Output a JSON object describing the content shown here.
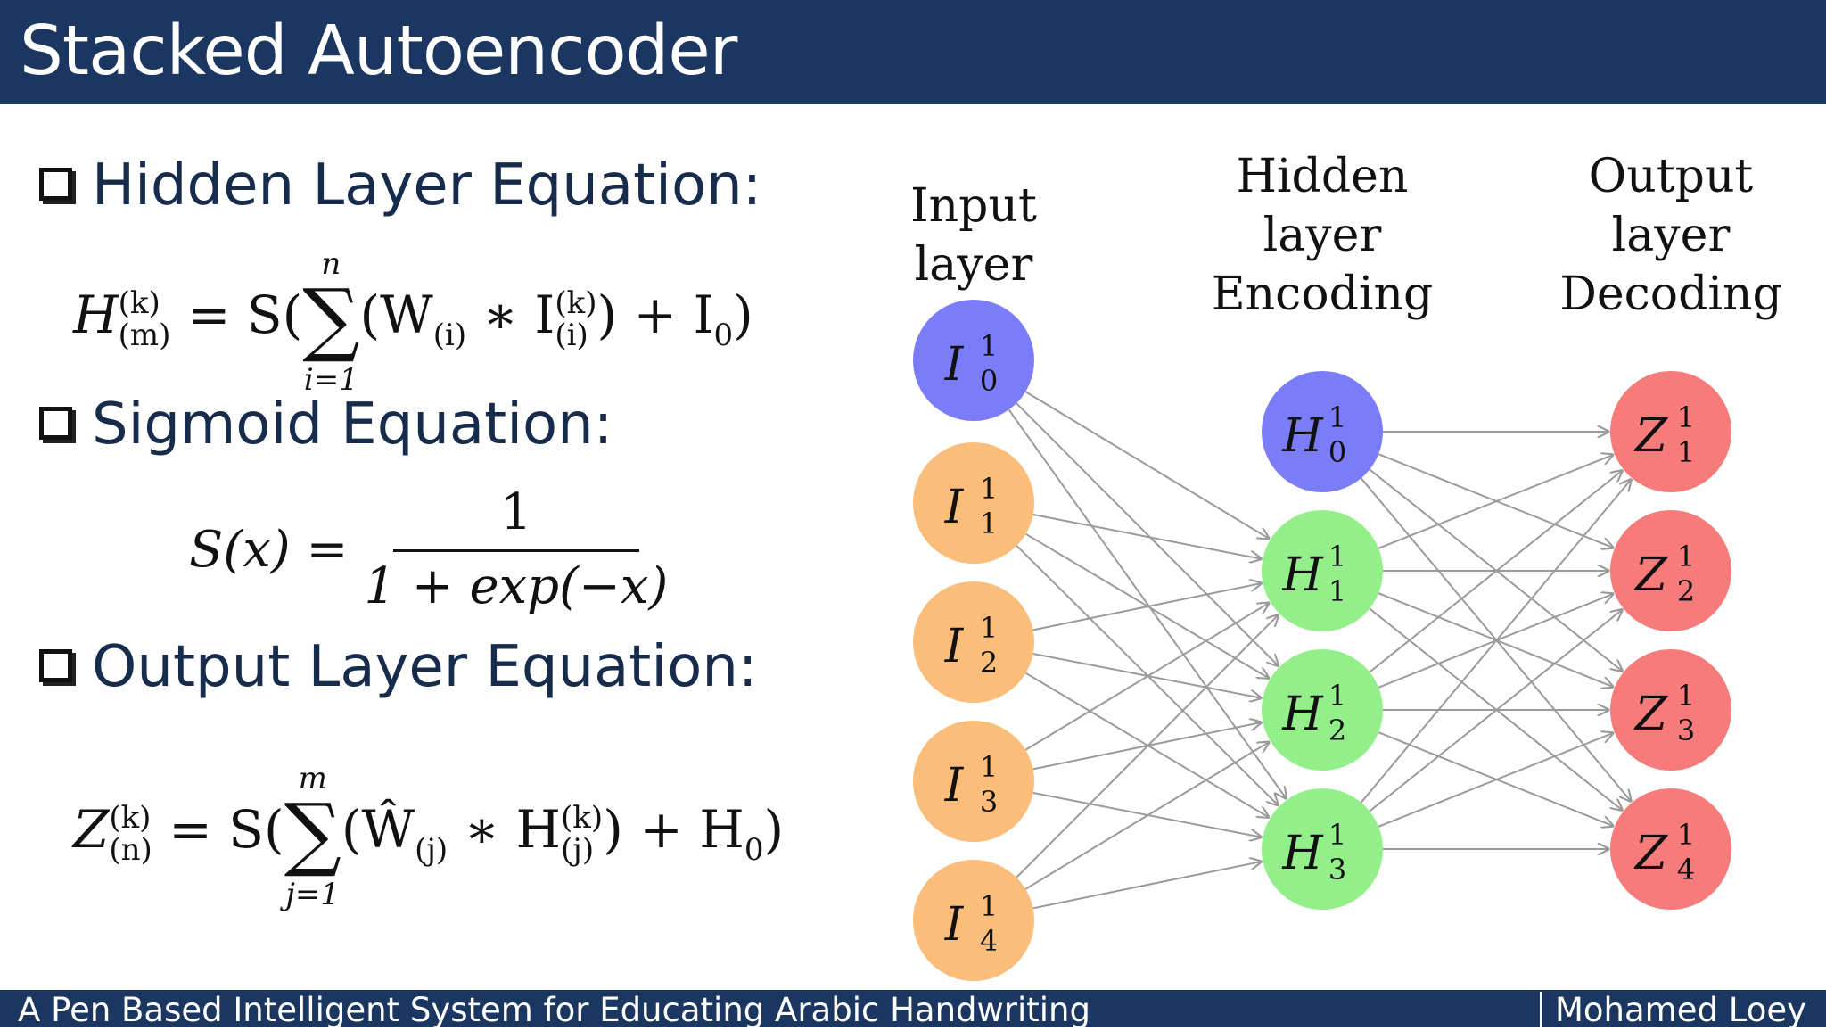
{
  "slide": {
    "title": "Stacked Autoencoder",
    "footer_left": "A Pen Based Intelligent System for Educating Arabic Handwriting",
    "footer_right": "Mohamed Loey"
  },
  "sections": [
    {
      "label": "Hidden Layer Equation:"
    },
    {
      "label": "Sigmoid Equation:"
    },
    {
      "label": "Output Layer Equation:"
    }
  ],
  "equations": {
    "hidden": {
      "lhs": "H",
      "lhs_sup": "(k)",
      "lhs_sub": "(m)",
      "eq": "= S(",
      "sum_top": "n",
      "sum_bot": "i=1",
      "w": "(W",
      "w_sub": "(i)",
      "star": " ∗ I",
      "i_sup": "(k)",
      "i_sub": "(i)",
      "tail": ") + I",
      "tail_sub": "0",
      "close": ")"
    },
    "sigmoid": {
      "lhs": "S(x) =",
      "numerator": "1",
      "denominator": "1 + exp(−x)"
    },
    "output": {
      "lhs": "Z",
      "lhs_sup": "(k)",
      "lhs_sub": "(n)",
      "eq": "= S(",
      "sum_top": "m",
      "sum_bot": "j=1",
      "w": "(Ŵ",
      "w_sub": "(j)",
      "star": " ∗ H",
      "h_sup": "(k)",
      "h_sub": "(j)",
      "tail": ") + H",
      "tail_sub": "0",
      "close": ")"
    }
  },
  "network": {
    "column_labels": {
      "input": [
        "Input",
        "layer"
      ],
      "hidden": [
        "Hidden",
        "layer",
        "Encoding"
      ],
      "output": [
        "Output",
        "layer",
        "Decoding"
      ]
    },
    "colors": {
      "bias": "#7b7cf7",
      "input": "#fbbd7a",
      "hidden": "#93ef89",
      "output": "#f77b7b",
      "edge": "#9a9a9a"
    },
    "input_nodes": [
      {
        "letter": "I",
        "sup": "1",
        "sub": "0",
        "kind": "bias"
      },
      {
        "letter": "I",
        "sup": "1",
        "sub": "1",
        "kind": "input"
      },
      {
        "letter": "I",
        "sup": "1",
        "sub": "2",
        "kind": "input"
      },
      {
        "letter": "I",
        "sup": "1",
        "sub": "3",
        "kind": "input"
      },
      {
        "letter": "I",
        "sup": "1",
        "sub": "4",
        "kind": "input"
      }
    ],
    "hidden_nodes": [
      {
        "letter": "H",
        "sup": "1",
        "sub": "0",
        "kind": "bias"
      },
      {
        "letter": "H",
        "sup": "1",
        "sub": "1",
        "kind": "hidden"
      },
      {
        "letter": "H",
        "sup": "1",
        "sub": "2",
        "kind": "hidden"
      },
      {
        "letter": "H",
        "sup": "1",
        "sub": "3",
        "kind": "hidden"
      }
    ],
    "output_nodes": [
      {
        "letter": "Z",
        "sup": "1",
        "sub": "1",
        "kind": "output"
      },
      {
        "letter": "Z",
        "sup": "1",
        "sub": "2",
        "kind": "output"
      },
      {
        "letter": "Z",
        "sup": "1",
        "sub": "3",
        "kind": "output"
      },
      {
        "letter": "Z",
        "sup": "1",
        "sub": "4",
        "kind": "output"
      }
    ]
  }
}
